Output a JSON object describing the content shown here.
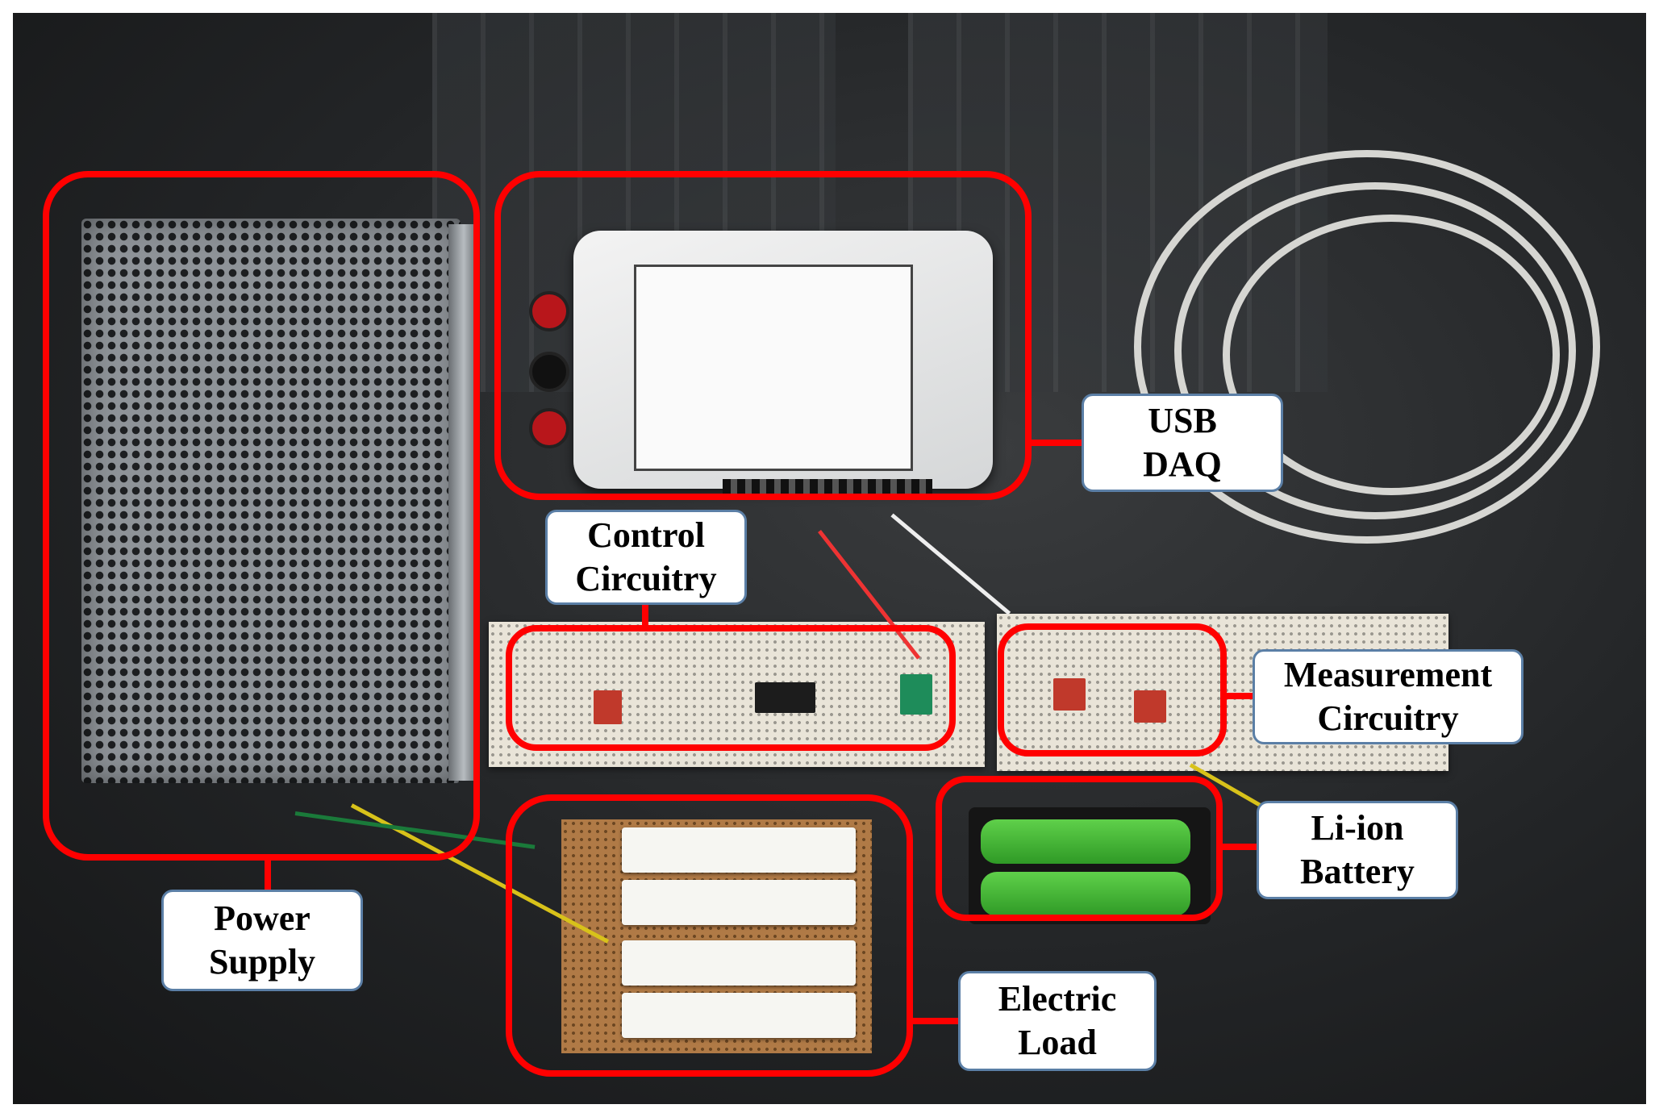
{
  "figure": {
    "labels": {
      "usb_daq": "USB\nDAQ",
      "control_circuitry": "Control\nCircuitry",
      "measurement_circuitry": "Measurement\nCircuitry",
      "li_ion_battery": "Li-ion\nBattery",
      "power_supply": "Power\nSupply",
      "electric_load": "Electric\nLoad"
    },
    "colors": {
      "highlight": "#ff0000",
      "label_border": "#5b7fa6",
      "label_fill": "#ffffff"
    }
  }
}
